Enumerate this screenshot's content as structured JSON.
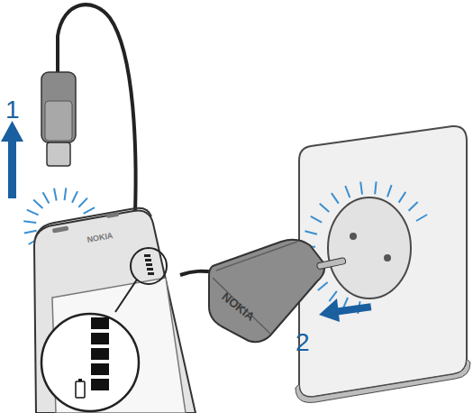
{
  "diagram": {
    "labels": [
      "1",
      "2",
      "NOKIA",
      "NOKIA"
    ]
  }
}
